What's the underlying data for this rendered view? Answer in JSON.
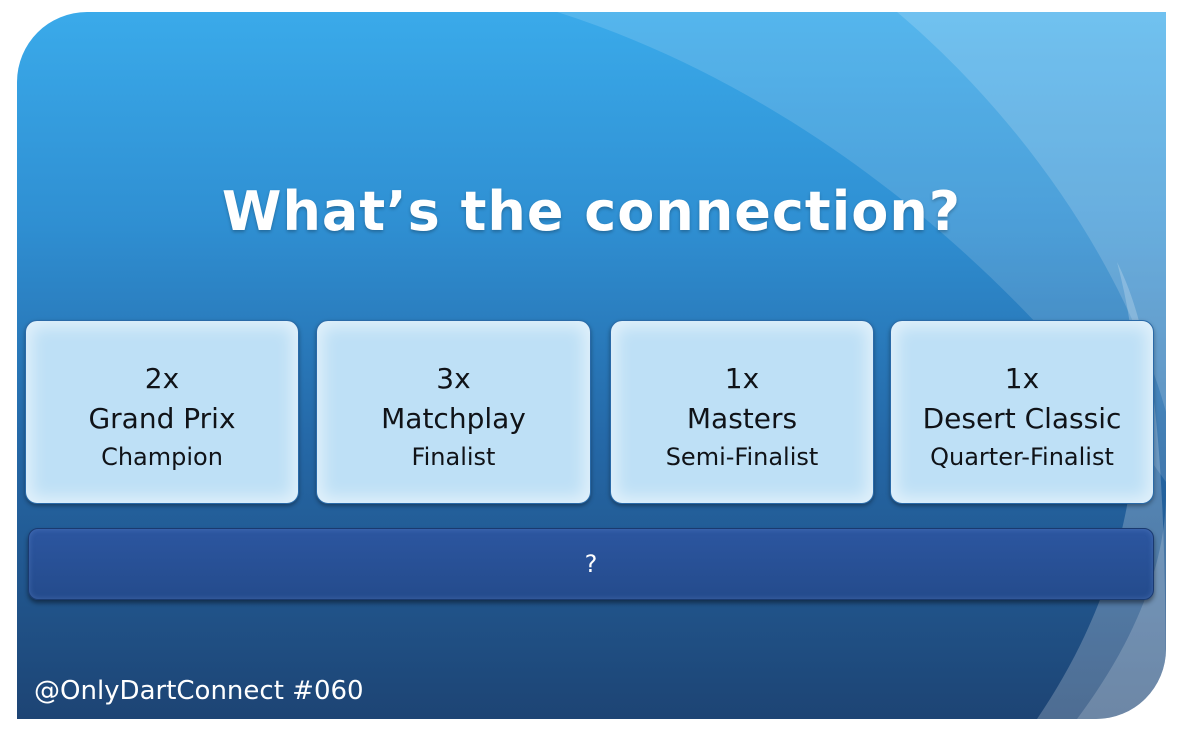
{
  "title": "What’s the connection?",
  "tiles": [
    {
      "count": "2x",
      "event": "Grand Prix",
      "result": "Champion"
    },
    {
      "count": "3x",
      "event": "Matchplay",
      "result": "Finalist"
    },
    {
      "count": "1x",
      "event": "Masters",
      "result": "Semi-Finalist"
    },
    {
      "count": "1x",
      "event": "Desert Classic",
      "result": "Quarter-Finalist"
    }
  ],
  "answer": "?",
  "footer": "@OnlyDartConnect #060",
  "colors": {
    "background_top": "#3aaaea",
    "background_bottom": "#1d4474",
    "tile": "#bee0f6",
    "answer_bar": "#2c56a0",
    "text_light": "#ffffff",
    "text_dark": "#101318"
  }
}
